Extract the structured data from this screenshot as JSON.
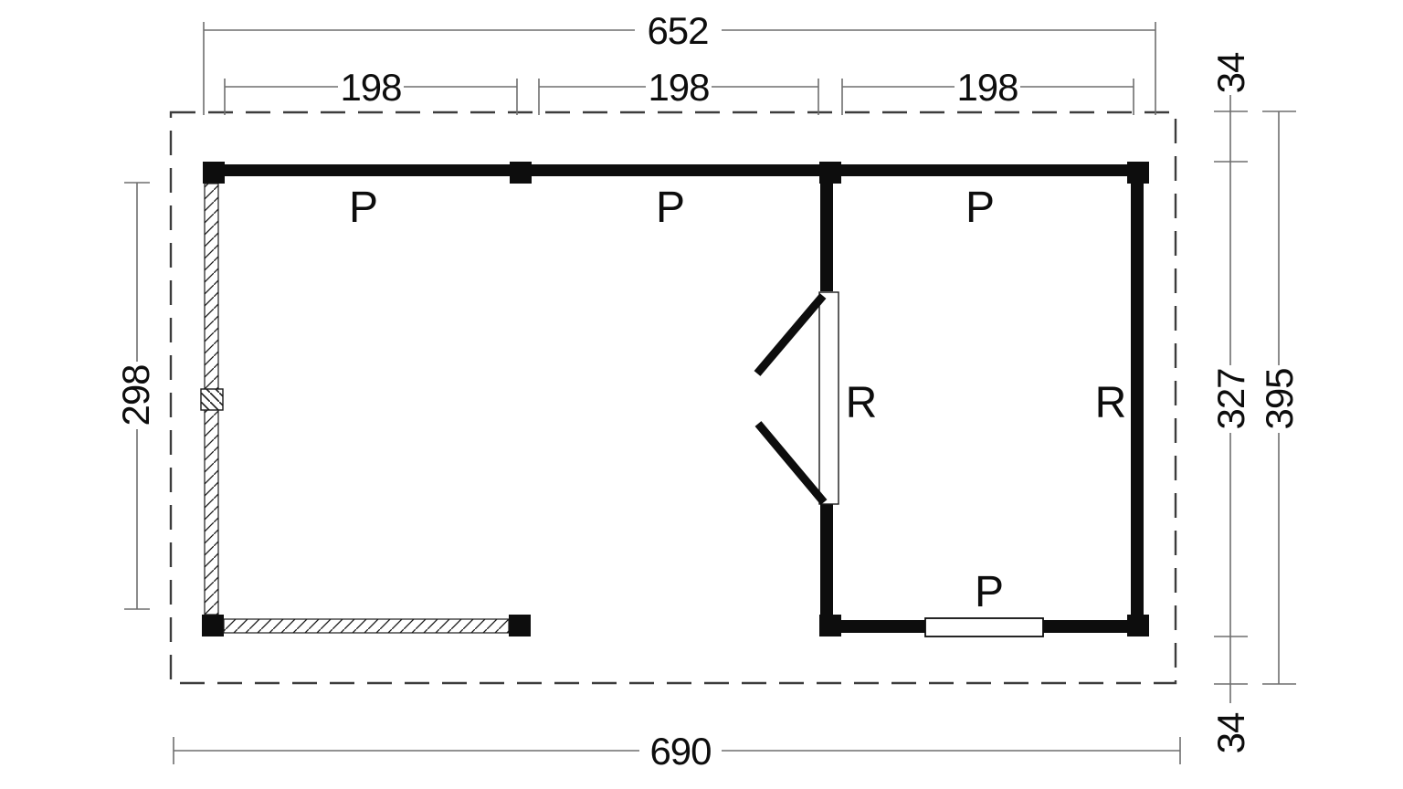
{
  "plan": {
    "kind": "garden-house floor plan, top view",
    "colors": {
      "background": "#ffffff",
      "wall_ink": "#0d0d0d",
      "dim_line": "#6e6e6e",
      "dash_outline": "#3c3c3c"
    },
    "dimensions": {
      "top_total": "652",
      "bays": [
        "198",
        "198",
        "198"
      ],
      "right_overhang_top": "34",
      "right_inner_depth": "327",
      "right_total_depth": "395",
      "right_overhang_bottom": "34",
      "left_depth": "298",
      "bottom_total": "690"
    },
    "area_labels": {
      "bay_top_left": "P",
      "bay_top_middle": "P",
      "bay_top_right": "P",
      "room_at_door": "R",
      "room_at_right_wall": "R",
      "room_bottom": "P"
    }
  }
}
